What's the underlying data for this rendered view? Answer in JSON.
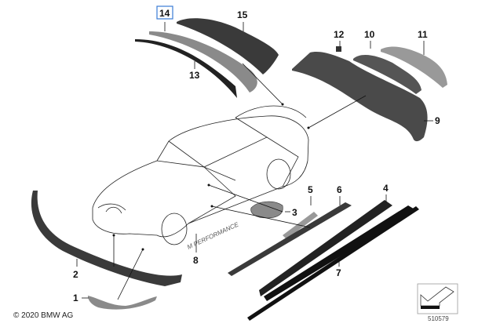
{
  "diagram": {
    "callouts": {
      "c1": "1",
      "c2": "2",
      "c3": "3",
      "c4": "4",
      "c5": "5",
      "c6": "6",
      "c7": "7",
      "c8": "8",
      "c9": "9",
      "c10": "10",
      "c11": "11",
      "c12": "12",
      "c13": "13",
      "c14": "14",
      "c15": "15"
    },
    "highlighted_callout": "14",
    "badge_text": "M PERFORMANCE",
    "copyright": "© 2020 BMW AG",
    "diagram_number": "510579",
    "colors": {
      "highlight": "#3a7bd5",
      "part_dark": "#3a3a3a",
      "part_grey": "#8a8a8a"
    }
  }
}
